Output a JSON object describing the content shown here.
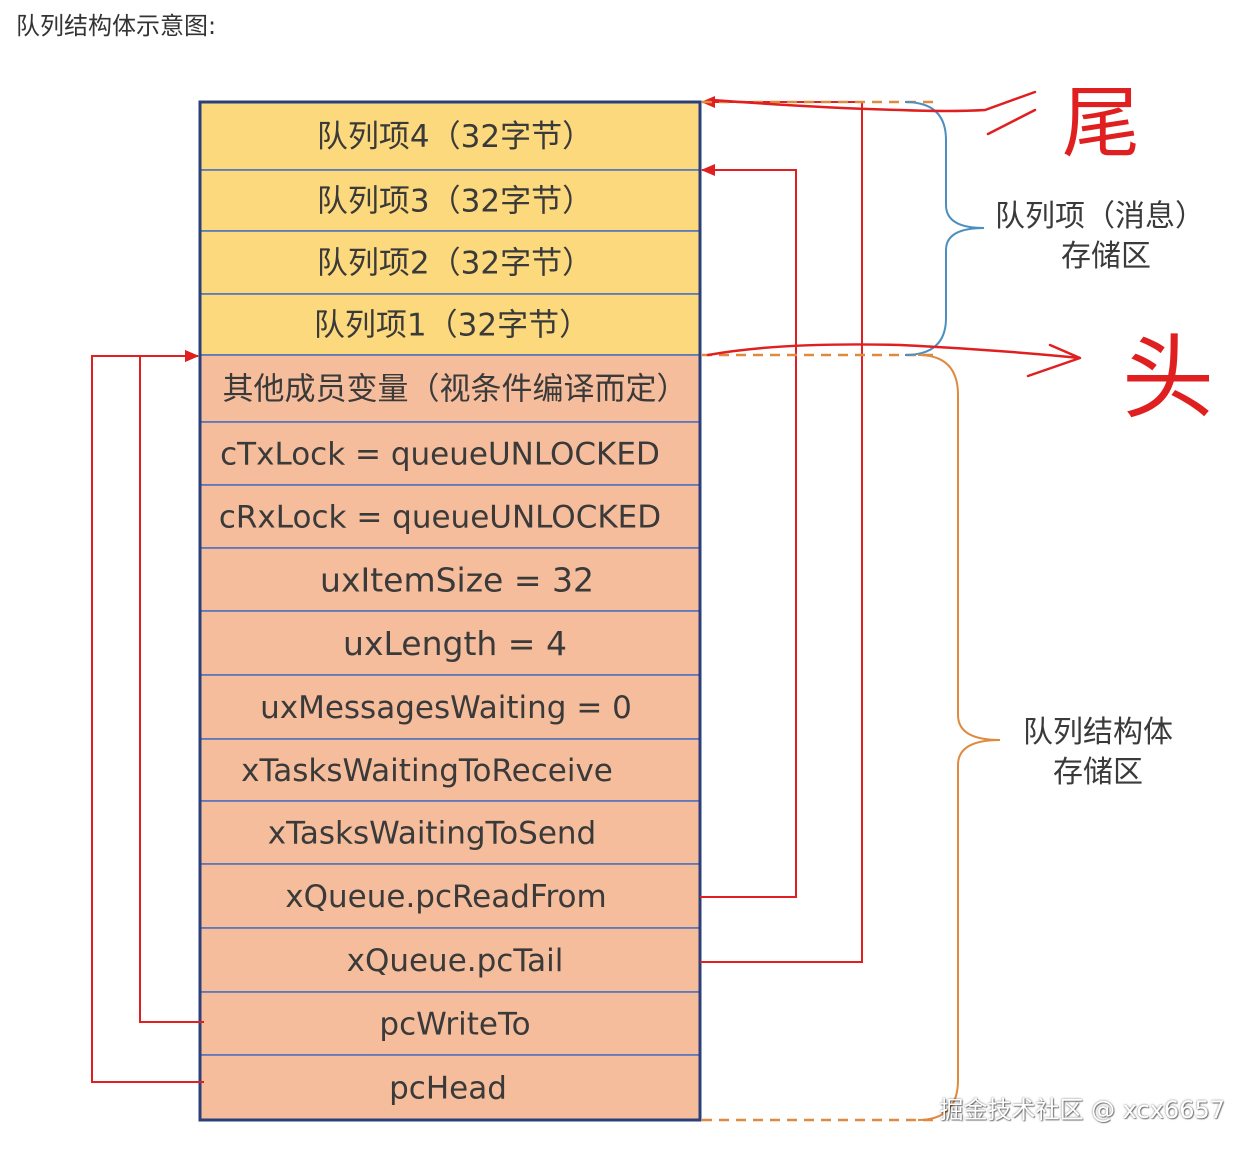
{
  "caption": "队列结构体示意图:",
  "colors": {
    "item_fill": "#fcd97c",
    "struct_fill": "#f5bd9b",
    "border": "#2b3f7a",
    "row_line": "#4a6fbf",
    "pointer": "#e02020",
    "brace_items": "#4b8fc0",
    "brace_struct": "#e08a40"
  },
  "queue_items": [
    "队列项4（32字节）",
    "队列项3（32字节）",
    "队列项2（32字节）",
    "队列项1（32字节）"
  ],
  "struct_members": [
    "其他成员变量（视条件编译而定）",
    "cTxLock = queueUNLOCKED",
    "cRxLock = queueUNLOCKED",
    "uxItemSize = 32",
    "uxLength = 4",
    "uxMessagesWaiting = 0",
    "xTasksWaitingToReceive",
    "xTasksWaitingToSend",
    "xQueue.pcReadFrom",
    "xQueue.pcTail",
    "pcWriteTo",
    "pcHead"
  ],
  "brace_labels": {
    "items_line1": "队列项（消息）",
    "items_line2": "存储区",
    "struct_line1": "队列结构体",
    "struct_line2": "存储区"
  },
  "handwritten": {
    "tail": "尾",
    "head": "头"
  },
  "watermark": "掘金技术社区 @ xcx6657"
}
